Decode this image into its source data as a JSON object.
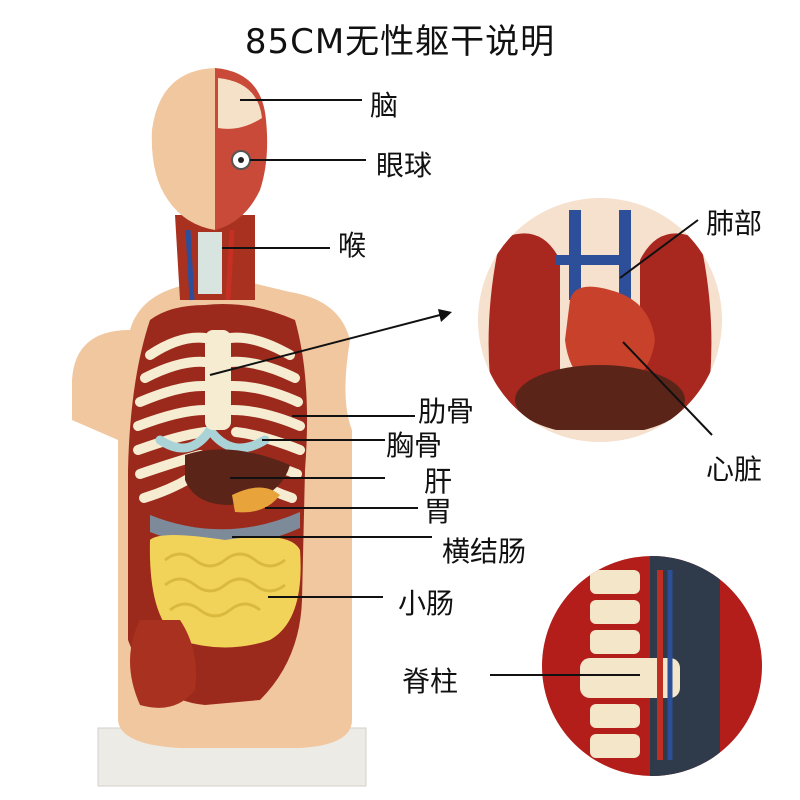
{
  "title": "85CM无性躯干说明",
  "labels": {
    "brain": "脑",
    "eyeball": "眼球",
    "throat": "喉",
    "lungs": "肺部",
    "heart": "心脏",
    "ribs": "肋骨",
    "sternum": "胸骨",
    "liver": "肝",
    "stomach": "胃",
    "transverse_colon": "横结肠",
    "small_intestine": "小肠",
    "spine": "脊柱"
  },
  "colors": {
    "skin": "#f3c9a2",
    "muscle": "#9c2a1c",
    "liver": "#5a2418",
    "intestine": "#f2d35a",
    "rib": "#f5ecd2",
    "cartilage": "#a9d3d6",
    "colon": "#7d8a99",
    "leader_line": "#111111"
  }
}
